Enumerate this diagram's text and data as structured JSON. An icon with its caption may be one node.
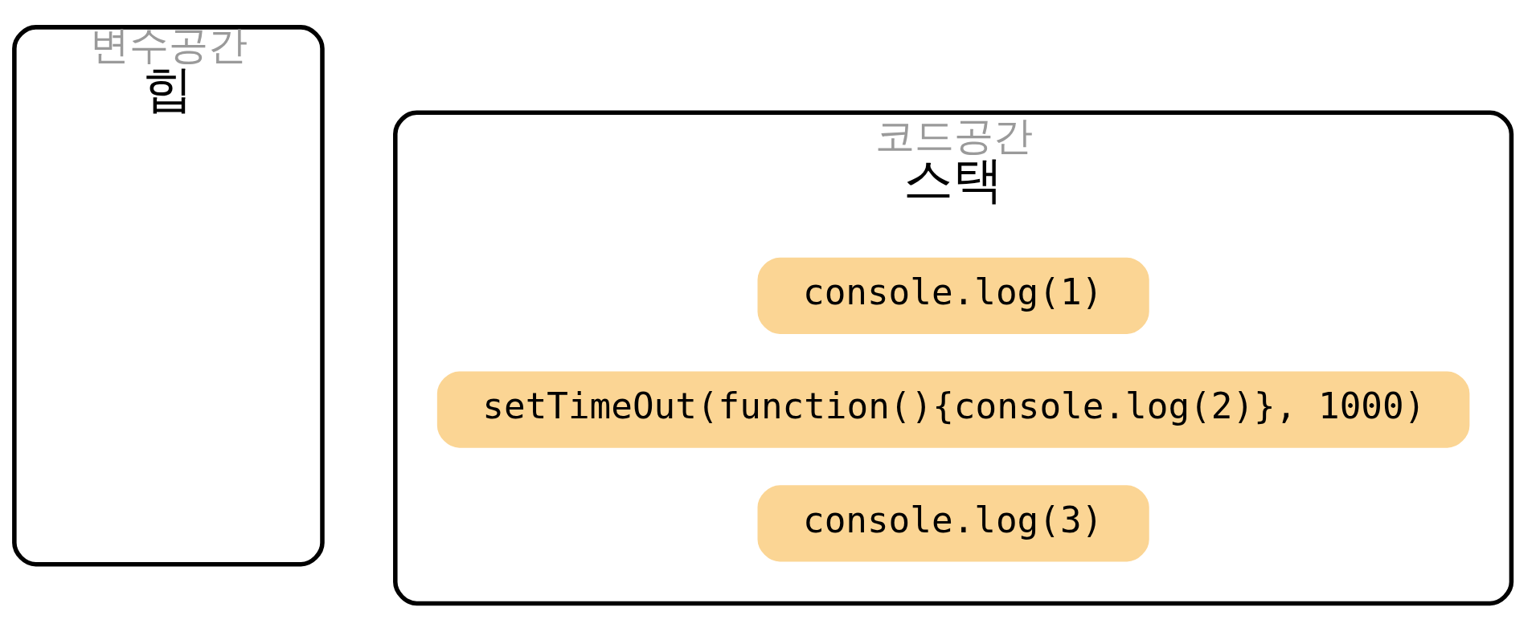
{
  "diagram": {
    "nodes": [
      {
        "text": [
          "변수공간",
          "힙"
        ]
      },
      {
        "text": [
          "코드공간",
          "스택"
        ]
      },
      {
        "text": [
          "console.log(1)"
        ],
        "in": 1
      },
      {
        "text": [
          "setTimeOut(function(){console.log(2)}, 1000)"
        ],
        "in": 1
      },
      {
        "text": [
          "console.log(3)"
        ],
        "in": 1
      }
    ]
  }
}
